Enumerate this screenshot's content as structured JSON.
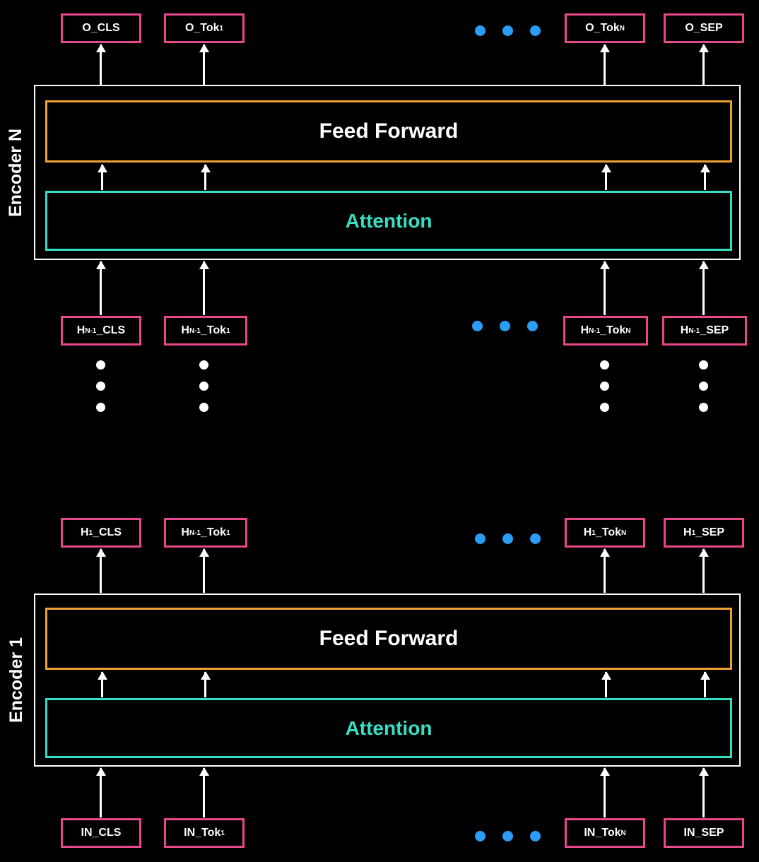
{
  "diagram": {
    "title": "stacked transformer encoders",
    "colors": {
      "background": "#000000",
      "token_border_pink": "#e8478b",
      "feed_forward_orange": "#f0a136",
      "attention_teal": "#35dfc4",
      "ellipsis_blue": "#2b9df4",
      "text_white": "#ffffff"
    },
    "encoders": [
      {
        "label": "Encoder N",
        "feed_forward": "Feed Forward",
        "attention": "Attention"
      },
      {
        "label": "Encoder 1",
        "feed_forward": "Feed Forward",
        "attention": "Attention"
      }
    ],
    "tokens": {
      "output": [
        [
          [
            "t",
            "O_CLS"
          ]
        ],
        [
          [
            "t",
            "O_Tok"
          ],
          [
            "s",
            "1"
          ]
        ],
        [
          [
            "t",
            "O_Tok"
          ],
          [
            "s",
            "N"
          ]
        ],
        [
          [
            "t",
            "O_SEP"
          ]
        ]
      ],
      "hidden_upper": [
        [
          [
            "t",
            "H"
          ],
          [
            "s",
            "N-1"
          ],
          [
            "t",
            "_CLS"
          ]
        ],
        [
          [
            "t",
            "H"
          ],
          [
            "s",
            "N-1"
          ],
          [
            "t",
            "_Tok"
          ],
          [
            "s",
            "1"
          ]
        ],
        [
          [
            "t",
            "H"
          ],
          [
            "s",
            "N-1"
          ],
          [
            "t",
            "_Tok"
          ],
          [
            "s",
            "N"
          ]
        ],
        [
          [
            "t",
            "H"
          ],
          [
            "s",
            "N-1"
          ],
          [
            "t",
            "_SEP"
          ]
        ]
      ],
      "hidden_lower": [
        [
          [
            "t",
            "H"
          ],
          [
            "s",
            "1"
          ],
          [
            "t",
            "_CLS"
          ]
        ],
        [
          [
            "t",
            "H"
          ],
          [
            "s",
            "N-1"
          ],
          [
            "t",
            "_Tok"
          ],
          [
            "s",
            "1"
          ]
        ],
        [
          [
            "t",
            "H"
          ],
          [
            "s",
            "1"
          ],
          [
            "t",
            "_Tok"
          ],
          [
            "s",
            "N"
          ]
        ],
        [
          [
            "t",
            "H"
          ],
          [
            "s",
            "1"
          ],
          [
            "t",
            "_SEP"
          ]
        ]
      ],
      "input": [
        [
          [
            "t",
            "IN_CLS"
          ]
        ],
        [
          [
            "t",
            "IN_Tok"
          ],
          [
            "s",
            "1"
          ]
        ],
        [
          [
            "t",
            "IN_Tok"
          ],
          [
            "s",
            "N"
          ]
        ],
        [
          [
            "t",
            "IN_SEP"
          ]
        ]
      ]
    }
  }
}
